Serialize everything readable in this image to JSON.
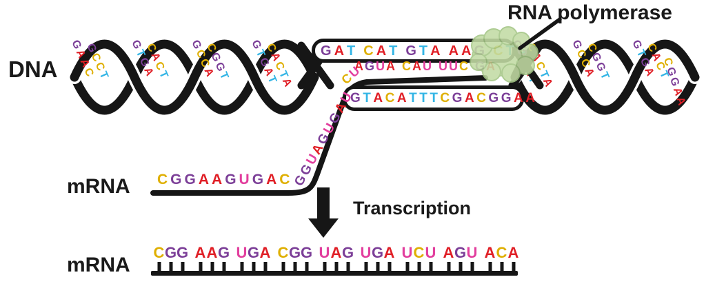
{
  "colors": {
    "A": "#e01f26",
    "T": "#33b5e5",
    "G": "#7c3f98",
    "C": "#dfaf00",
    "U": "#e23f9e",
    "backbone": "#161616",
    "polymerase_fill": "#c2dba4",
    "polymerase_edge": "#a3c585"
  },
  "labels": {
    "dna": "DNA",
    "mrna_upper": "mRNA",
    "mrna_lower": "mRNA",
    "transcription": "Transcription",
    "rna_polymerase": "RNA polymerase"
  },
  "strands": {
    "bubble_top": "GAT CAT GTA AAG CTG",
    "bubble_template": "GTACATTTCGACGGAA",
    "bubble_mrna_bend": "CU",
    "bubble_mrna": "AGUA CAU UUC GA",
    "mrna_horizontal": "CGGAAGUGAC",
    "mrna_diagonal": "GGUAGUGAU",
    "mrna_product": "CGG AAG UGA CGG UAG UGA UCU AGU ACA"
  },
  "helix": {
    "left_lenses": [
      {
        "a": "GAAC",
        "b": "GCCT"
      },
      {
        "a": "GTGA",
        "b": "CACT"
      },
      {
        "a": "GCCA",
        "b": "CGGT"
      },
      {
        "a": "GTGAT",
        "b": "CACTA"
      }
    ],
    "right_lenses": [
      {
        "a": "GTGAT",
        "b": "CACTA"
      },
      {
        "a": "GCCA",
        "b": "CGGT"
      },
      {
        "a": "GTGA",
        "b": "CACT"
      }
    ],
    "right_tail": "CGGAA"
  }
}
